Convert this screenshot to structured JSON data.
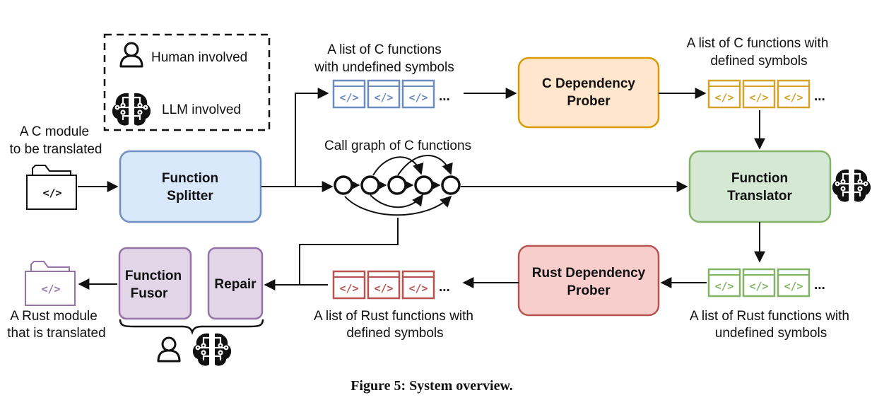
{
  "legend": {
    "human": "Human involved",
    "llm": "LLM involved"
  },
  "inputs": {
    "c_module_line1": "A C module",
    "c_module_line2": "to be translated",
    "rust_module_line1": "A Rust module",
    "rust_module_line2": "that is translated"
  },
  "boxes": {
    "splitter_line1": "Function",
    "splitter_line2": "Splitter",
    "c_prober_line1": "C Dependency",
    "c_prober_line2": "Prober",
    "translator_line1": "Function",
    "translator_line2": "Translator",
    "rust_prober_line1": "Rust Dependency",
    "rust_prober_line2": "Prober",
    "fusor_line1": "Function",
    "fusor_line2": "Fusor",
    "repair": "Repair"
  },
  "labels": {
    "c_undefined_line1": "A list of C functions",
    "c_undefined_line2": "with undefined symbols",
    "c_defined_line1": "A list of C functions with",
    "c_defined_line2": "defined symbols",
    "call_graph": "Call graph of C functions",
    "rust_defined_line1": "A list of Rust functions with",
    "rust_defined_line2": "defined symbols",
    "rust_undefined_line1": "A list of Rust functions with",
    "rust_undefined_line2": "undefined symbols"
  },
  "code_glyph": "</>",
  "ellipsis": "...",
  "caption": "Figure 5: System overview.",
  "colors": {
    "blue_fill": "#dae8fc",
    "blue_stroke": "#6c8ebf",
    "orange_fill": "#ffe6cc",
    "orange_stroke": "#d79b00",
    "green_fill": "#d5e8d4",
    "green_stroke": "#82b366",
    "red_fill": "#f8cecc",
    "red_stroke": "#b85450",
    "purple_fill": "#e1d5e7",
    "purple_stroke": "#9673a6",
    "gold_stroke": "#d6a32a"
  }
}
